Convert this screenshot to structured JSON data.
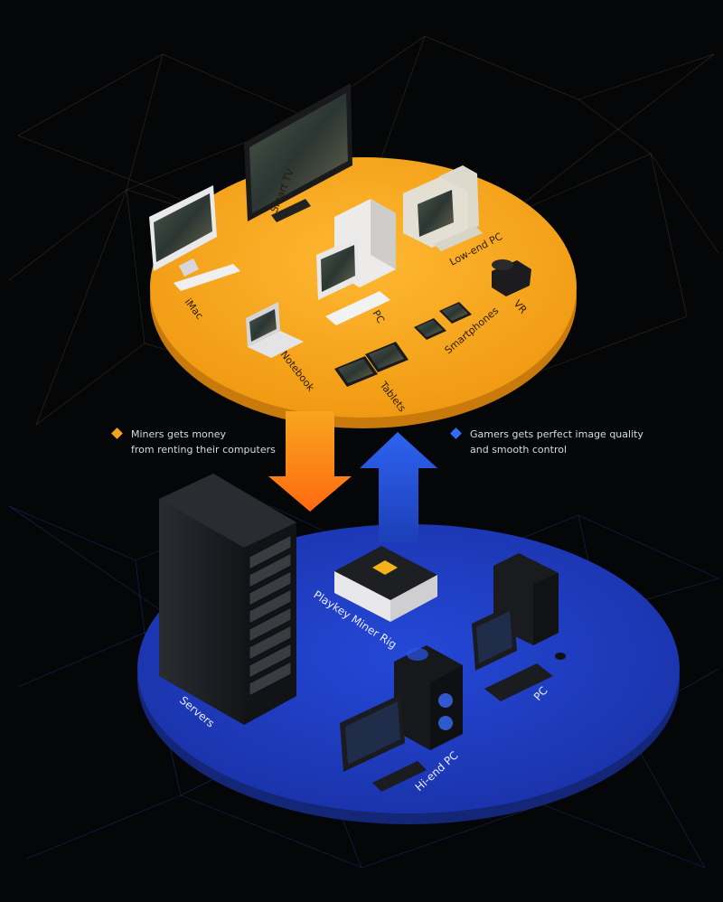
{
  "colors": {
    "background": "#050608",
    "orange_platform": "#f5a21b",
    "blue_platform": "#1f3ec0",
    "orange_arrow": "#ff7a12",
    "blue_arrow": "#2a58d8",
    "miner_diamond": "#f5a21b",
    "gamer_diamond": "#2f6bff"
  },
  "top_platform": {
    "devices": {
      "imac": "iMac",
      "smart_tv": "Smart TV",
      "low_end_pc": "Low-end PC",
      "pc": "PC",
      "vr": "VR",
      "notebook": "Notebook",
      "smartphones": "Smartphones",
      "tablets": "Tablets"
    }
  },
  "notes": {
    "miners": {
      "line1": "Miners gets money",
      "line2": "from renting their computers"
    },
    "gamers": {
      "line1": "Gamers gets perfect image quality",
      "line2": "and smooth control"
    }
  },
  "bottom_platform": {
    "devices": {
      "servers": "Servers",
      "miner_rig": "Playkey Miner Rig",
      "pc": "PC",
      "hi_end_pc": "Hi-end PC"
    }
  },
  "icons": {
    "miner_note": "diamond-orange-icon",
    "gamer_note": "diamond-blue-icon"
  }
}
